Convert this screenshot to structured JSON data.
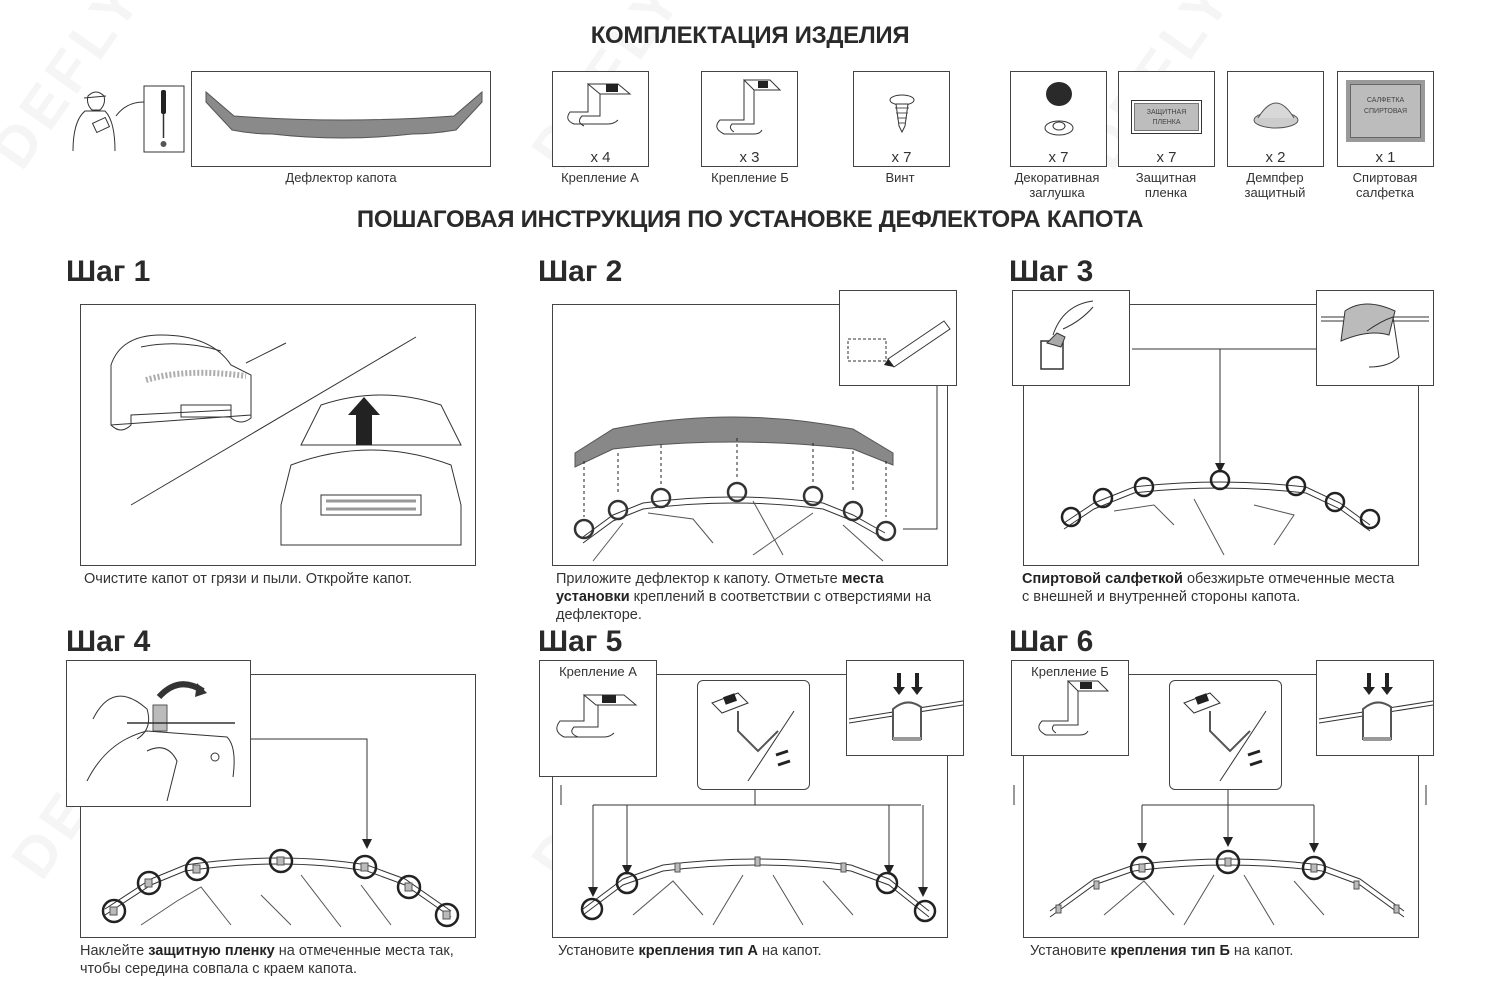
{
  "header": {
    "kit_title": "КОМПЛЕКТАЦИЯ ИЗДЕЛИЯ",
    "instruction_title": "ПОШАГОВАЯ ИНСТРУКЦИЯ ПО УСТАНОВКЕ ДЕФЛЕКТОРА КАПОТА"
  },
  "watermark": "DEFLY",
  "kit": {
    "deflector": {
      "label": "Дефлектор капота"
    },
    "items": [
      {
        "label": "Крепление А",
        "qty": "x 4"
      },
      {
        "label": "Крепление Б",
        "qty": "x 3"
      },
      {
        "label": "Винт",
        "qty": "x 7"
      },
      {
        "label_line1": "Декоративная",
        "label_line2": "заглушка",
        "qty": "x 7"
      },
      {
        "label_line1": "Защитная",
        "label_line2": "пленка",
        "qty": "x 7",
        "inner_line1": "ЗАЩИТНАЯ",
        "inner_line2": "ПЛЕНКА"
      },
      {
        "label_line1": "Демпфер",
        "label_line2": "защитный",
        "qty": "x 2"
      },
      {
        "label_line1": "Спиртовая",
        "label_line2": "салфетка",
        "qty": "x 1",
        "inner_line1": "САЛФЕТКА",
        "inner_line2": "СПИРТОВАЯ"
      }
    ]
  },
  "steps": [
    {
      "title": "Шаг 1",
      "text": "Очистите капот от грязи и пыли. Откройте капот."
    },
    {
      "title": "Шаг 2",
      "text_a": "Приложите дефлектор к капоту. Отметьте ",
      "text_bold": "места установки",
      "text_b": " креплений в соответствии с отверстиями на дефлекторе."
    },
    {
      "title": "Шаг 3",
      "text_bold": "Спиртовой салфеткой",
      "text_b": " обезжирьте отмеченные места с внешней и внутренней стороны капота."
    },
    {
      "title": "Шаг 4",
      "text_a": "Наклейте ",
      "text_bold": "защитную пленку",
      "text_b": " на отмеченные места так, чтобы середина совпала с краем капота."
    },
    {
      "title": "Шаг 5",
      "inset_label": "Крепление  А",
      "text_a": "Установите ",
      "text_bold": "крепления тип А",
      "text_b": " на капот."
    },
    {
      "title": "Шаг 6",
      "inset_label": "Крепление  Б",
      "text_a": "Установите ",
      "text_bold": "крепления тип Б",
      "text_b": " на капот."
    }
  ]
}
